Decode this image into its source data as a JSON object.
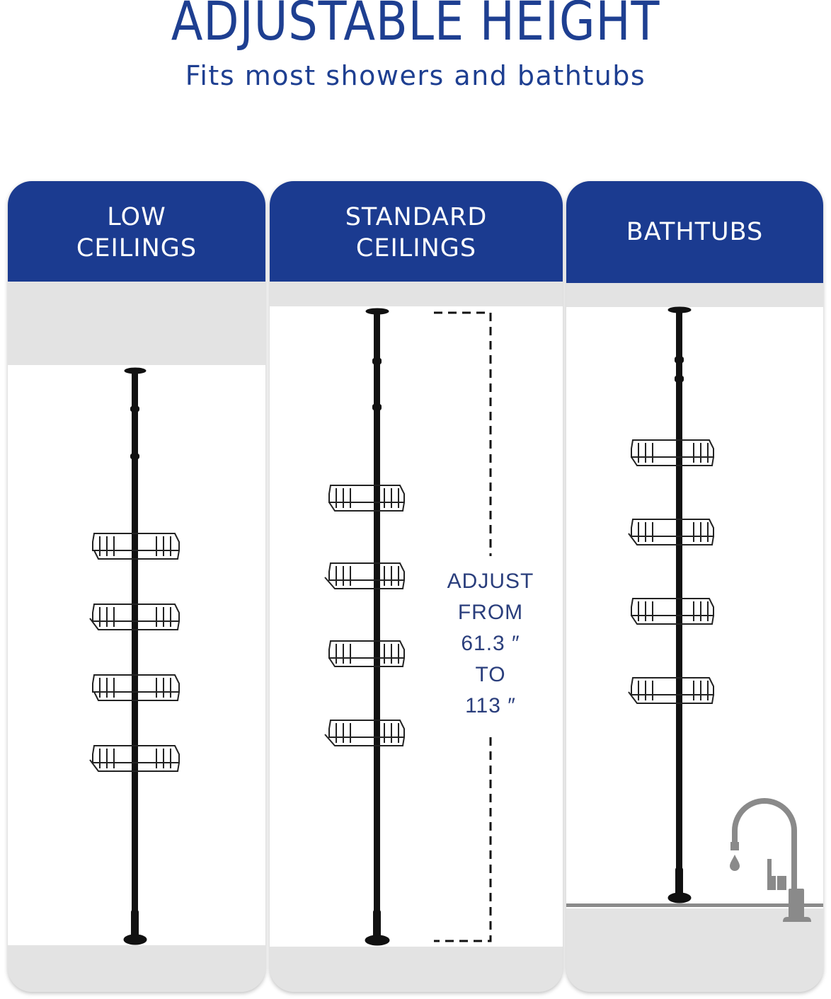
{
  "header": {
    "title": "ADJUSTABLE HEIGHT",
    "subtitle": "Fits most showers and bathtubs"
  },
  "colors": {
    "brand_blue": "#1b3b90",
    "title_blue": "#1e3f91",
    "card_gray": "#e3e3e3",
    "pole_black": "#111111",
    "faucet_gray": "#8a8a8a"
  },
  "cards": [
    {
      "line1": "LOW",
      "line2": "CEILINGS",
      "baskets": 4,
      "icon": "tension-pole-caddy-icon"
    },
    {
      "line1": "STANDARD",
      "line2": "CEILINGS",
      "baskets": 4,
      "icon": "tension-pole-caddy-icon"
    },
    {
      "line1": "BATHTUBS",
      "line2": "",
      "baskets": 4,
      "icon": "tension-pole-caddy-icon"
    }
  ],
  "measurement": {
    "line1": "ADJUST",
    "line2": "FROM",
    "line3": "61.3 ″",
    "line4": "TO",
    "line5": "113 ″"
  },
  "bathtub": {
    "icon": "faucet-icon"
  }
}
